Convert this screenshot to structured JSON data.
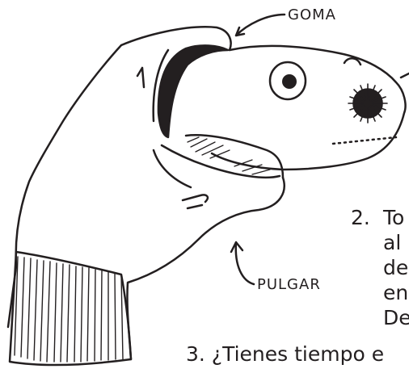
{
  "illustration": {
    "labels": {
      "goma": "GOMA",
      "pulgar": "PULGAR"
    }
  },
  "instructions": {
    "step2": {
      "number": "2.",
      "lines": [
        "To",
        "al",
        "de",
        "en",
        "De"
      ]
    },
    "step3": "3. ¿Tienes tiempo e"
  },
  "colors": {
    "ink": "#231f20",
    "background": "#ffffff"
  },
  "icons": [
    "pompom-nose-icon",
    "eye-icon",
    "arrow-icon"
  ]
}
